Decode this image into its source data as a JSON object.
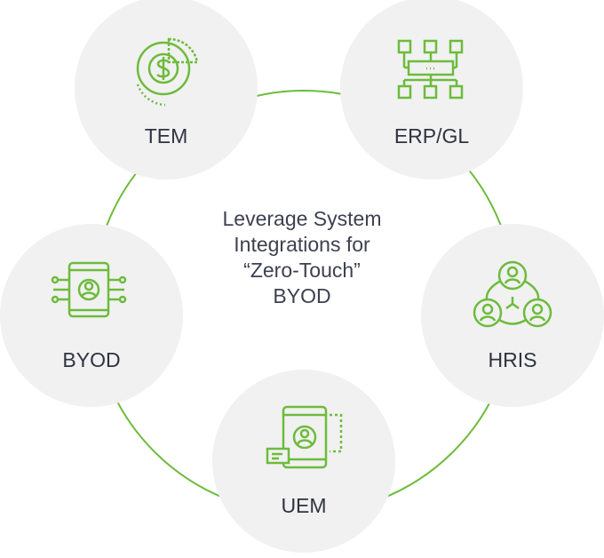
{
  "center": {
    "lines": [
      "Leverage System",
      "Integrations for",
      "“Zero-Touch”",
      "BYOD"
    ]
  },
  "nodes": [
    {
      "id": "tem",
      "label": "TEM",
      "icon": "dollar-pie-chart-icon"
    },
    {
      "id": "erp",
      "label": "ERP/GL",
      "icon": "hierarchy-network-icon"
    },
    {
      "id": "hris",
      "label": "HRIS",
      "icon": "people-network-icon"
    },
    {
      "id": "uem",
      "label": "UEM",
      "icon": "mobile-device-management-icon"
    },
    {
      "id": "byod",
      "label": "BYOD",
      "icon": "circuit-phone-icon"
    }
  ],
  "colors": {
    "accent": "#6dbb3c",
    "circle_fill": "#f1f1f1",
    "text": "#2f3342"
  }
}
